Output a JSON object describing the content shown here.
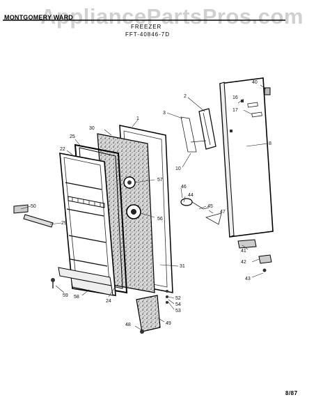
{
  "header": {
    "brand": "MONTGOMERY WARD",
    "title": "FREEZER",
    "model": "FFT-40846-7D"
  },
  "watermark": "AppliancePartsPros.com",
  "footer": {
    "date": "8/87"
  },
  "callouts": [
    "1",
    "2",
    "3",
    "8",
    "10",
    "16",
    "17",
    "22",
    "24",
    "25",
    "29",
    "30",
    "31",
    "40",
    "41",
    "42",
    "43",
    "44",
    "45",
    "46",
    "47",
    "48",
    "49",
    "50",
    "52",
    "53",
    "54",
    "56",
    "57",
    "58",
    "59"
  ],
  "colors": {
    "line": "#111111",
    "insulation": "#9a9a9a",
    "watermark": "#aaaaaa"
  }
}
